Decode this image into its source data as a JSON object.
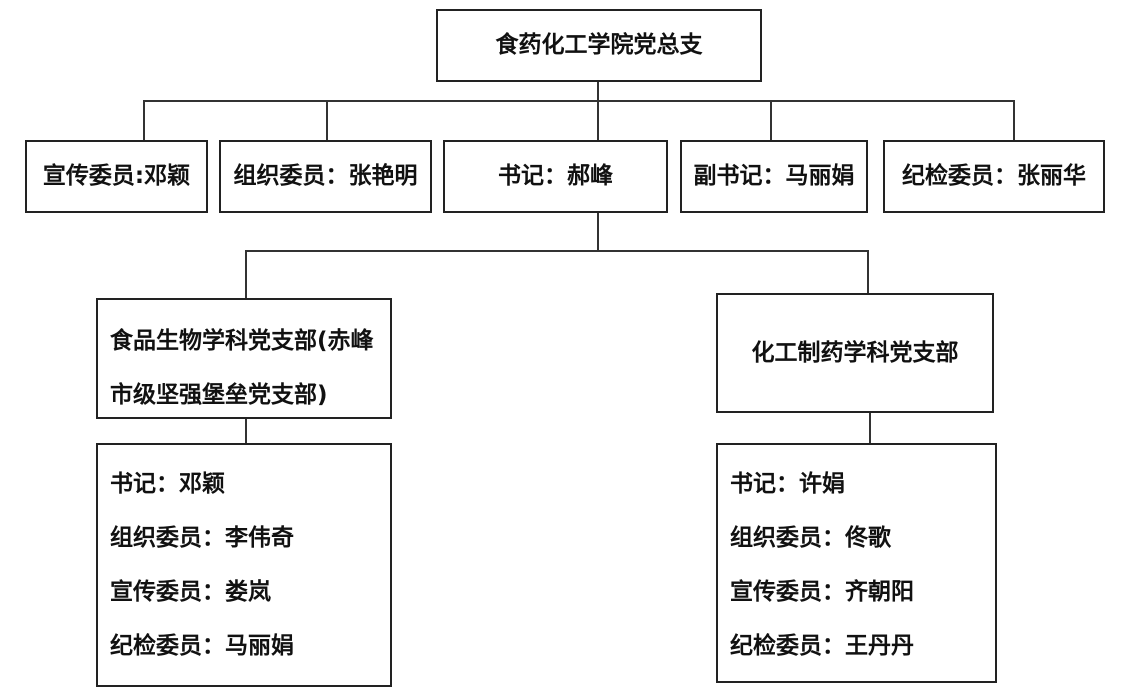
{
  "root": "食药化工学院党总支",
  "committee": {
    "propaganda": "宣传委员:邓颖",
    "organization": "组织委员：张艳明",
    "secretary": "书记：郝峰",
    "deputy_secretary": "副书记：马丽娟",
    "discipline": "纪检委员：张丽华"
  },
  "branches": {
    "food_bio": {
      "title": "食品生物学科党支部(赤峰市级坚强堡垒党支部)",
      "members": [
        "书记：邓颖",
        "组织委员：李伟奇",
        "宣传委员：娄岚",
        "纪检委员：马丽娟"
      ]
    },
    "chem_pharm": {
      "title": "化工制药学科党支部",
      "members": [
        "书记：许娟",
        "组织委员：佟歌",
        "宣传委员：齐朝阳",
        "纪检委员：王丹丹"
      ]
    }
  }
}
